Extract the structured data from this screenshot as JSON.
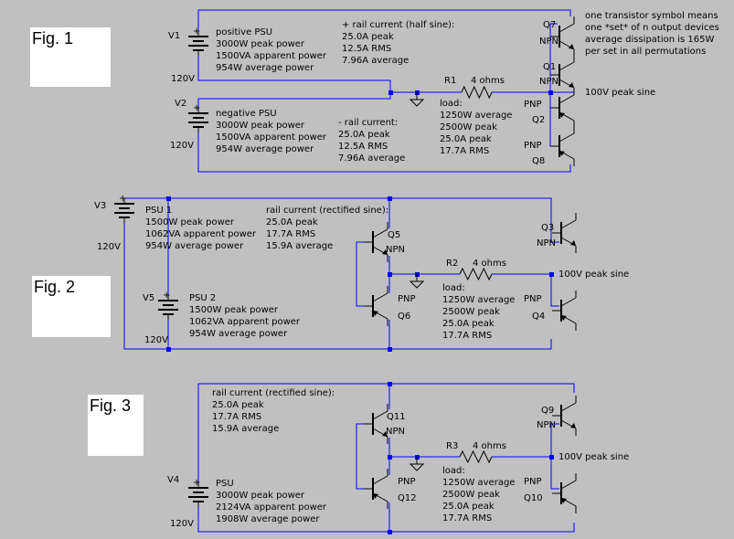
{
  "figures": {
    "fig1": "Fig. 1",
    "fig2": "Fig. 2",
    "fig3": "Fig. 3"
  },
  "colors": {
    "background": "#c0c0c0",
    "wire": "#0000ff",
    "text": "#000000",
    "figure_box": "#ffffff"
  },
  "fig1": {
    "v1": {
      "name": "V1",
      "volts": "120V",
      "lines": [
        "positive PSU",
        "3000W peak power",
        "1500VA apparent power",
        "954W average power"
      ]
    },
    "v2": {
      "name": "V2",
      "volts": "120V",
      "lines": [
        "negative PSU",
        "3000W peak power",
        "1500VA apparent power",
        "954W average power"
      ]
    },
    "pos_rail": [
      "+ rail current (half sine):",
      "25.0A peak",
      "12.5A RMS",
      "7.96A average"
    ],
    "neg_rail": [
      "- rail current:",
      "25.0A peak",
      "12.5A RMS",
      "7.96A average"
    ],
    "resistor_name": "R1",
    "resistor_value": "4 ohms",
    "load": [
      "load:",
      "1250W average",
      "2500W peak",
      "25.0A peak",
      "17.7A RMS"
    ],
    "output": "100V peak sine",
    "note": [
      "one transistor symbol means",
      "one *set* of n output devices",
      "average dissipation is 165W",
      "per set in all permutations"
    ],
    "q7": "Q7",
    "q1": "Q1",
    "q2": "Q2",
    "q8": "Q8",
    "npn1": "NPN",
    "npn2": "NPN",
    "pnp1": "PNP",
    "pnp2": "PNP"
  },
  "fig2": {
    "v3": {
      "name": "V3",
      "volts": "120V",
      "lines": [
        "PSU 1",
        "1500W peak power",
        "1062VA apparent power",
        "954W average power"
      ]
    },
    "v5": {
      "name": "V5",
      "volts": "120V",
      "lines": [
        "PSU 2",
        "1500W peak power",
        "1062VA apparent power",
        "954W average power"
      ]
    },
    "rail": [
      "rail current (rectified sine):",
      "25.0A peak",
      "17.7A RMS",
      "15.9A average"
    ],
    "resistor_name": "R2",
    "resistor_value": "4 ohms",
    "load": [
      "load:",
      "1250W average",
      "2500W peak",
      "25.0A peak",
      "17.7A RMS"
    ],
    "output": "100V peak sine",
    "q5": "Q5",
    "q6": "Q6",
    "q3": "Q3",
    "q4": "Q4",
    "npn_left": "NPN",
    "pnp_left": "PNP",
    "npn_right": "NPN",
    "pnp_right": "PNP"
  },
  "fig3": {
    "v4": {
      "name": "V4",
      "volts": "120V",
      "lines": [
        "PSU",
        "3000W peak power",
        "2124VA apparent power",
        "1908W average power"
      ]
    },
    "rail": [
      "rail current (rectified sine):",
      "25.0A peak",
      "17.7A RMS",
      "15.9A average"
    ],
    "resistor_name": "R3",
    "resistor_value": "4 ohms",
    "load": [
      "load:",
      "1250W average",
      "2500W peak",
      "25.0A peak",
      "17.7A RMS"
    ],
    "output": "100V peak sine",
    "q11": "Q11",
    "q12": "Q12",
    "q9": "Q9",
    "q10": "Q10",
    "npn_left": "NPN",
    "pnp_left": "PNP",
    "npn_right": "NPN",
    "pnp_right": "PNP"
  }
}
